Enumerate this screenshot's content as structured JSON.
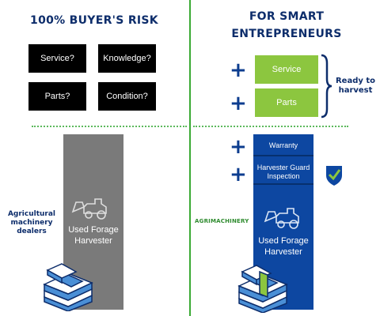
{
  "left": {
    "heading": "100% BUYER'S RISK",
    "questions": [
      "Service?",
      "Knowledge?",
      "Parts?",
      "Condition?"
    ],
    "side_label": "Agricultural machinery dealers",
    "column_label_line1": "Used Forage",
    "column_label_line2": "Harvester",
    "column_color": "#7a7a7a"
  },
  "right": {
    "heading_line1": "FOR SMART",
    "heading_line2": "ENTREPRENEURS",
    "green_items": [
      "Service",
      "Parts"
    ],
    "bracket_label_line1": "Ready to",
    "bracket_label_line2": "harvest",
    "blue_items": [
      "Warranty",
      "Harvester Guard Inspection"
    ],
    "brand_logo": "AGRIMACHINERY",
    "column_label_line1": "Used Forage",
    "column_label_line2": "Harvester",
    "column_color": "#0d47a1",
    "plus_sign": "+"
  },
  "colors": {
    "navy": "#0d2d6b",
    "green": "#8cc63f",
    "divider": "#3aaa35",
    "black": "#000000"
  },
  "icons": [
    "harvester-icon",
    "money-stack-icon",
    "shield-check-icon"
  ]
}
